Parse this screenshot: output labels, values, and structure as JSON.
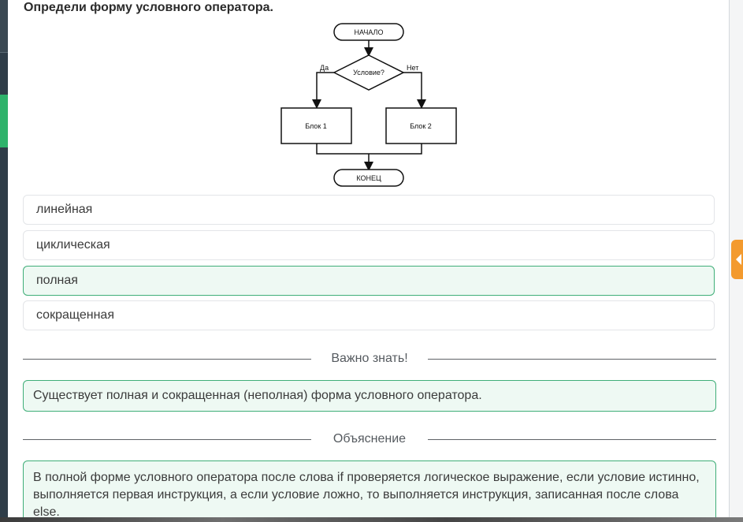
{
  "question": {
    "text": "Определи форму условного оператора."
  },
  "flowchart": {
    "start": "НАЧАЛО",
    "condition": "Условие?",
    "yes": "Да",
    "no": "Нет",
    "block1": "Блок 1",
    "block2": "Блок 2",
    "end": "КОНЕЦ"
  },
  "options": [
    {
      "label": "линейная",
      "state": "default"
    },
    {
      "label": "циклическая",
      "state": "default"
    },
    {
      "label": "полная",
      "state": "correct"
    },
    {
      "label": "сокращенная",
      "state": "default"
    }
  ],
  "important": {
    "heading": "Важно знать!",
    "text": "Существует полная и сокращенная (неполная) форма условного оператора."
  },
  "explanation": {
    "heading": "Объяснение",
    "text": "В полной форме условного оператора после слова if проверяется логическое выражение, если условие истинно, выполняется первая инструкция, а если условие ложно, то выполняется инструкция, записанная после слова else."
  },
  "colors": {
    "correct_border": "#3fae78",
    "correct_bg": "#eef9f3",
    "side_tab": "#f39a2e",
    "left_accent": "#2fb36b"
  },
  "icons": {
    "side_tab": "chevron-left-icon"
  }
}
